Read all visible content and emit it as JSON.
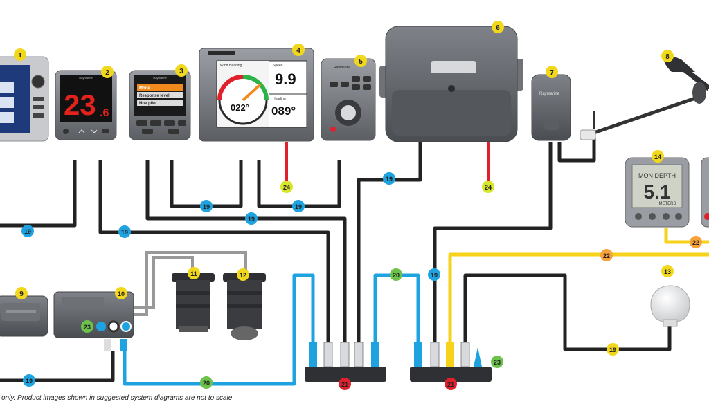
{
  "colors": {
    "seatalkng_backbone": "#222222",
    "seatalkng_spur": "#1fa3e0",
    "seatalk": "#f7d21a",
    "power": "#e0202a",
    "transducer": "#999999",
    "badge_product": "#f2d81c",
    "badge_cable_blue": "#1fa3e0",
    "badge_cable_green": "#6cc24a",
    "badge_cable_orange": "#f7a23b",
    "badge_power": "#d7e62a",
    "badge_red": "#e0202a",
    "device_dark": "#3d3f44",
    "device_grey": "#8d9096"
  },
  "devices": {
    "d1": {
      "badge": "1"
    },
    "d2": {
      "badge": "2",
      "value_main": "23",
      "value_decimal": ".6",
      "brand": "Raymarine"
    },
    "d3": {
      "badge": "3",
      "brand": "Raymarine",
      "menu": [
        "Mode",
        "Response level",
        "Hoe pilot"
      ]
    },
    "d4": {
      "badge": "4",
      "header": "Wind Heading",
      "dial": "022°",
      "v1_label": "Speed",
      "v1": "9.9",
      "v2_label": "Heading",
      "v2": "089°"
    },
    "d5": {
      "badge": "5",
      "brand": "Raymarine"
    },
    "d6": {
      "badge": "6"
    },
    "d7": {
      "badge": "7",
      "brand": "Raymarine"
    },
    "d8": {
      "badge": "8"
    },
    "d9": {
      "badge": "9"
    },
    "d10": {
      "badge": "10"
    },
    "d11": {
      "badge": "11"
    },
    "d12": {
      "badge": "12"
    },
    "d13": {
      "badge": "13"
    },
    "d14": {
      "badge": "14",
      "line1": "MON DEPTH",
      "value": "5.1",
      "unit": "METERS"
    }
  },
  "cable_labels": {
    "c19": "19",
    "c20": "20",
    "c21": "21",
    "c22": "22",
    "c23": "23",
    "c24": "24"
  },
  "footnote": "only. Product images shown in suggested system diagrams are not to scale"
}
